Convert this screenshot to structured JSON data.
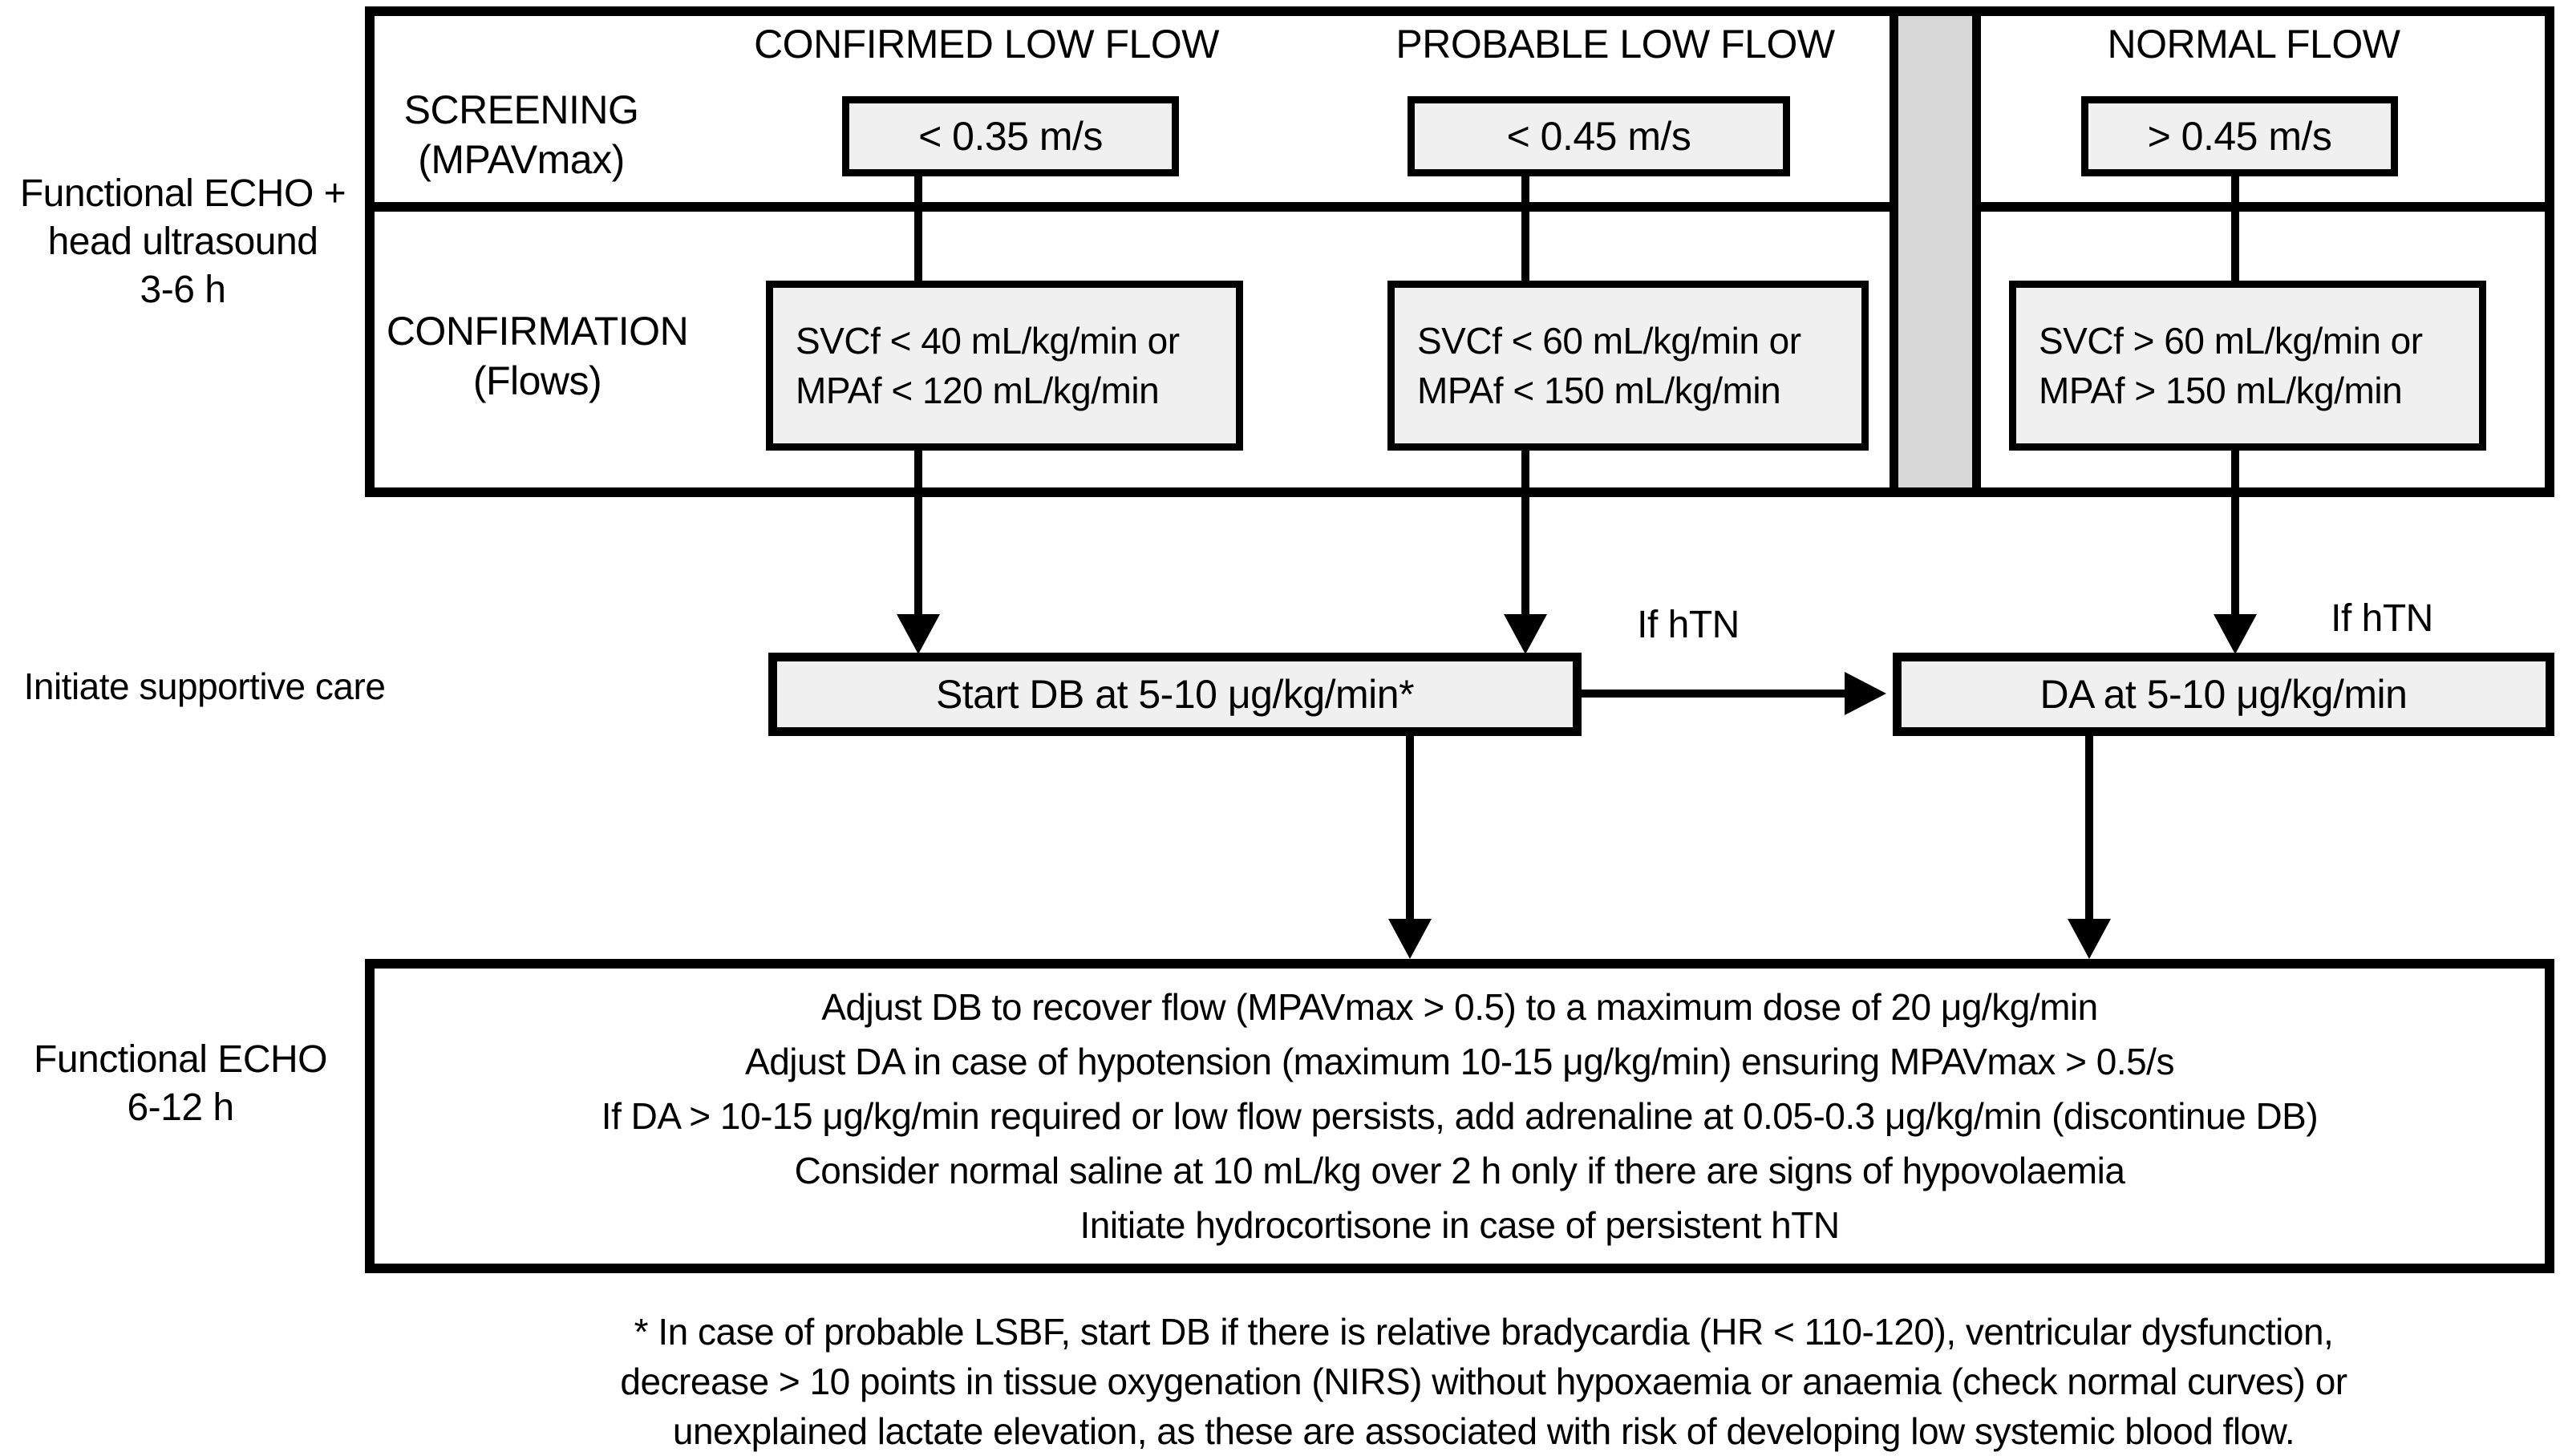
{
  "colors": {
    "box_fill": "#f0f0f0",
    "divider_gray": "#d8d8d8",
    "line": "#000000"
  },
  "stage_labels": {
    "top": "Functional ECHO +\nhead ultrasound\n3-6 h",
    "middle": "Initiate supportive care",
    "bottom": "Functional ECHO\n6-12 h"
  },
  "row_labels": {
    "screening": "SCREENING\n(MPAVmax)",
    "confirmation": "CONFIRMATION\n(Flows)"
  },
  "columns": [
    {
      "header": "CONFIRMED LOW FLOW",
      "screening": "< 0.35 m/s",
      "confirmation": "SVCf < 40 mL/kg/min or\nMPAf < 120 mL/kg/min"
    },
    {
      "header": "PROBABLE LOW FLOW",
      "screening": "< 0.45 m/s",
      "confirmation": "SVCf < 60 mL/kg/min or\nMPAf < 150 mL/kg/min"
    },
    {
      "header": "NORMAL FLOW",
      "screening": "> 0.45 m/s",
      "confirmation": "SVCf > 60 mL/kg/min or\nMPAf > 150 mL/kg/min"
    }
  ],
  "supportive_care": {
    "db_box": "Start DB at 5-10 μg/kg/min*",
    "da_box": "DA at 5-10 μg/kg/min",
    "if_htn_left": "If hTN",
    "if_htn_right": "If hTN"
  },
  "management_box": {
    "lines": [
      "Adjust DB to recover flow (MPAVmax > 0.5) to a maximum dose of 20 μg/kg/min",
      "Adjust DA in case of hypotension (maximum 10-15 μg/kg/min) ensuring MPAVmax > 0.5/s",
      "If DA > 10-15 μg/kg/min required or low flow persists, add adrenaline at 0.05-0.3 μg/kg/min (discontinue DB)",
      "Consider normal saline at 10 mL/kg over 2 h only if there are signs of hypovolaemia",
      "Initiate hydrocortisone in case of persistent hTN"
    ]
  },
  "footnote": "* In case of probable LSBF, start DB if there is relative bradycardia (HR < 110-120), ventricular dysfunction,\ndecrease > 10 points in tissue oxygenation (NIRS) without hypoxaemia or anaemia (check normal curves) or\nunexplained lactate elevation, as these are associated with risk of developing low systemic blood flow."
}
